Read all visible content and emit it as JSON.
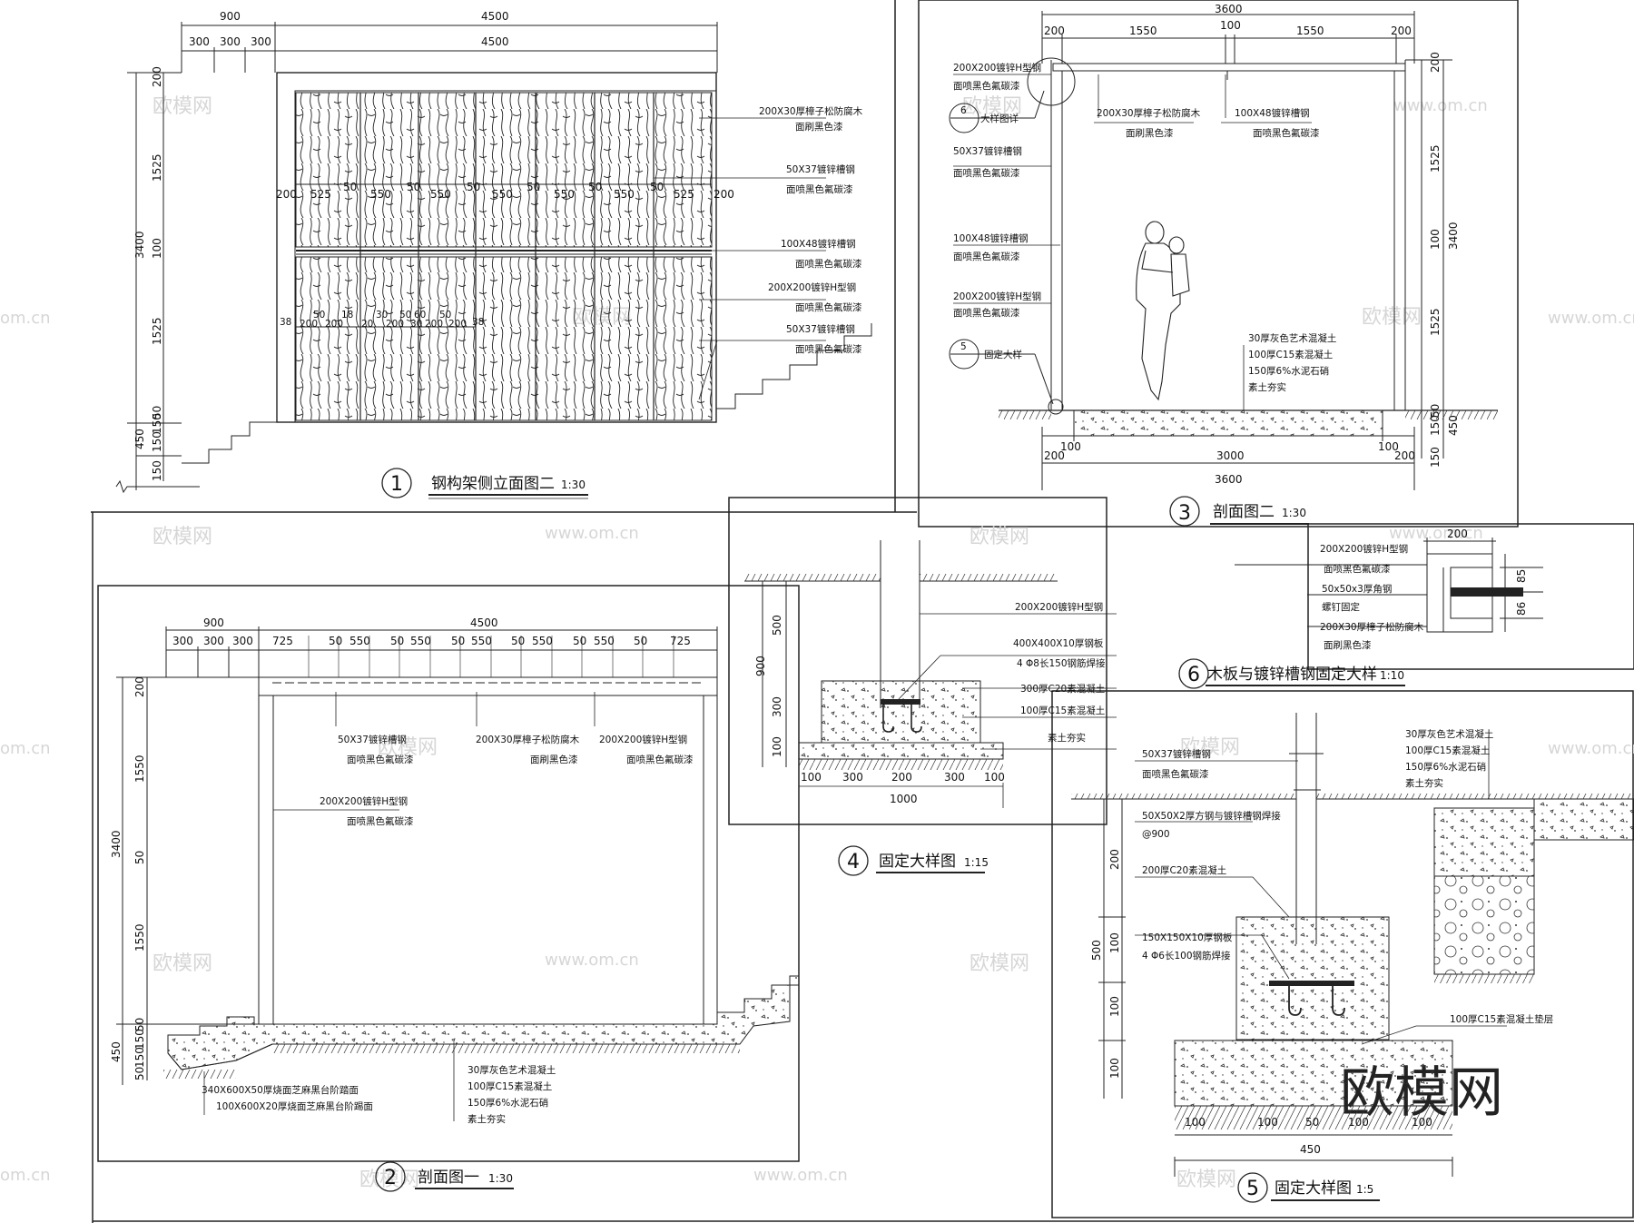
{
  "watermark": {
    "brand": "欧模网",
    "url": "www.om.cn",
    "url_short": "om.cn"
  },
  "panels": {
    "p1": {
      "number": "1",
      "title": "钢构架侧立面图二",
      "scale": "1:30",
      "dims_top": [
        "900",
        "4500",
        "300",
        "300",
        "300",
        "4500"
      ],
      "dims_left": [
        "200",
        "1525",
        "3400",
        "100",
        "1525",
        "450",
        "150",
        "150",
        "50",
        "150"
      ],
      "dims_mid": [
        "200",
        "525",
        "50",
        "550",
        "50",
        "550",
        "50",
        "550",
        "50",
        "550",
        "50",
        "550",
        "50",
        "525",
        "200"
      ],
      "dims_mid2": [
        "38",
        "50",
        "200",
        "200",
        "18",
        "30",
        "20",
        "50",
        "200",
        "30",
        "200",
        "60",
        "50",
        "200",
        "38"
      ],
      "notes": [
        {
          "main": "200X30厚樟子松防腐木",
          "sub": "面刷黑色漆"
        },
        {
          "main": "50X37镀锌槽钢",
          "sub": "面喷黑色氟碳漆"
        },
        {
          "main": "100X48镀锌槽钢",
          "sub": "面喷黑色氟碳漆"
        },
        {
          "main": "200X200镀锌H型钢",
          "sub": "面喷黑色氟碳漆"
        },
        {
          "main": "50X37镀锌槽钢",
          "sub": "面喷黑色氟碳漆"
        }
      ]
    },
    "p2": {
      "number": "2",
      "title": "剖面图一",
      "scale": "1:30",
      "dims_top": [
        "900",
        "4500",
        "300",
        "300",
        "300",
        "725",
        "50",
        "550",
        "50",
        "550",
        "50",
        "550",
        "50",
        "550",
        "50",
        "550",
        "50",
        "725"
      ],
      "dims_left": [
        "200",
        "1550",
        "3400",
        "50",
        "1550",
        "50",
        "450",
        "150",
        "150",
        "50"
      ],
      "notes_top": [
        {
          "main": "50X37镀锌槽钢",
          "sub": "面喷黑色氟碳漆"
        },
        {
          "main": "200X30厚樟子松防腐木",
          "sub": "面刷黑色漆"
        },
        {
          "main": "200X200镀锌H型钢",
          "sub": "面喷黑色氟碳漆"
        },
        {
          "main": "200X200镀锌H型钢",
          "sub": "面喷黑色氟碳漆"
        }
      ],
      "notes_base": [
        "30厚灰色艺术混凝土",
        "100厚C15素混凝土",
        "150厚6%水泥石硝",
        "素土夯实"
      ],
      "notes_stair": [
        "340X600X50厚烧面芝麻黑台阶踏面",
        "100X600X20厚烧面芝麻黑台阶踢面"
      ]
    },
    "p3": {
      "number": "3",
      "title": "剖面图二",
      "scale": "1:30",
      "dims_top": [
        "3600",
        "100",
        "200",
        "1550",
        "1550",
        "200"
      ],
      "dims_right": [
        "200",
        "1525",
        "100",
        "3400",
        "1525",
        "50",
        "150",
        "450",
        "150"
      ],
      "dims_bottom": [
        "200",
        "100",
        "3000",
        "100",
        "200",
        "3600"
      ],
      "notes_left": [
        {
          "main": "200X200镀锌H型钢",
          "sub": "面喷黑色氟碳漆"
        },
        {
          "main": "大样图详",
          "sub": ""
        },
        {
          "main": "50X37镀锌槽钢",
          "sub": "面喷黑色氟碳漆"
        },
        {
          "main": "100X48镀锌槽钢",
          "sub": "面喷黑色氟碳漆"
        },
        {
          "main": "200X200镀锌H型钢",
          "sub": "面喷黑色氟碳漆"
        },
        {
          "main": "固定大样",
          "sub": ""
        }
      ],
      "notes_top": [
        {
          "main": "200X30厚樟子松防腐木",
          "sub": "面刷黑色漆"
        },
        {
          "main": "100X48镀锌槽钢",
          "sub": "面喷黑色氟碳漆"
        }
      ],
      "notes_base": [
        "30厚灰色艺术混凝土",
        "100厚C15素混凝土",
        "150厚6%水泥石硝",
        "素土夯实"
      ],
      "callouts": [
        "6",
        "5"
      ]
    },
    "p4": {
      "number": "4",
      "title": "固定大样图",
      "scale": "1:15",
      "dims_left": [
        "500",
        "900",
        "300",
        "100"
      ],
      "dims_bottom": [
        "100",
        "300",
        "200",
        "300",
        "100",
        "1000"
      ],
      "notes": [
        "200X200镀锌H型钢",
        "400X400X10厚钢板",
        "4 Φ8长150钢筋焊接",
        "300厚C20素混凝土",
        "100厚C15素混凝土",
        "素土夯实"
      ]
    },
    "p5": {
      "number": "5",
      "title": "固定大样图",
      "scale": "1:5",
      "dims_left": [
        "200",
        "500",
        "100",
        "100",
        "100"
      ],
      "dims_bottom": [
        "100",
        "100",
        "50",
        "100",
        "100",
        "450"
      ],
      "notes_top": [
        {
          "main": "50X37镀锌槽钢",
          "sub": "面喷黑色氟碳漆"
        },
        {
          "main": "50X50X2厚方钢与镀锌槽钢焊接",
          "sub": "@900"
        }
      ],
      "notes": [
        "200厚C20素混凝土",
        "150X150X10厚钢板",
        "4 Φ6长100钢筋焊接",
        "100厚C15素混凝土垫层"
      ],
      "notes_right": [
        "30厚灰色艺术混凝土",
        "100厚C15素混凝土",
        "150厚6%水泥石硝",
        "素土夯实"
      ]
    },
    "p6": {
      "number": "6",
      "title": "木板与镀锌槽钢固定大样",
      "scale": "1:10",
      "dims": [
        "200",
        "85",
        "86"
      ],
      "notes": [
        {
          "main": "200X200镀锌H型钢",
          "sub": "面喷黑色氟碳漆"
        },
        {
          "main": "50x50x3厚角钢",
          "sub": "螺钉固定"
        },
        {
          "main": "200X30厚樟子松防腐木",
          "sub": "面刷黑色漆"
        }
      ]
    }
  }
}
